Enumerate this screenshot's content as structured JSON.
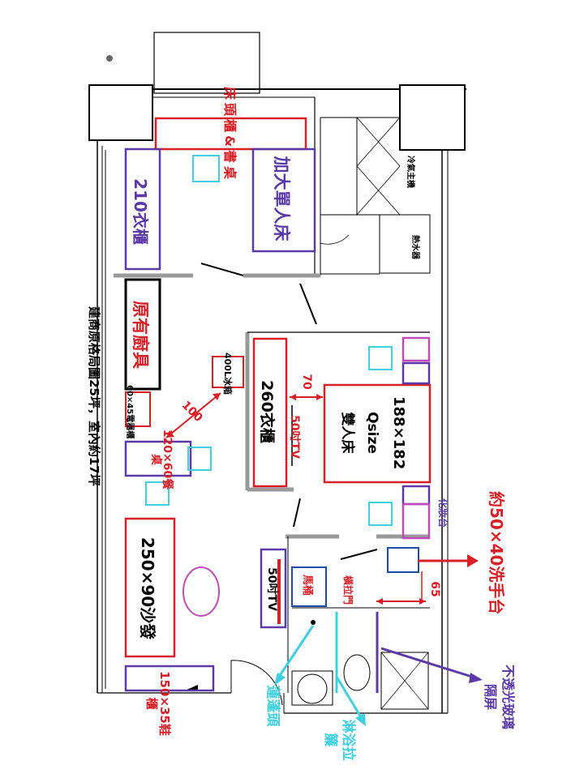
{
  "colors": {
    "wall": "#000000",
    "red": "#d81f26",
    "purple": "#5b3aa8",
    "cyan": "#3fd0e0",
    "magenta": "#c04ab8",
    "navy": "#1f4aa8",
    "gray": "#777777",
    "ellipse": "#c04ab8"
  },
  "labels": {
    "headboard": "床頭櫃&書桌",
    "extra_bed": "加大單人床",
    "wardrobe_210": "210衣櫃",
    "kitchen": "原有廚具",
    "fridge": "400L冰箱",
    "appliance": "60×45電器櫃",
    "dim_100": "100",
    "dining": "120×60餐桌",
    "wardrobe_260": "260衣櫃",
    "tv_top": "50吋TV",
    "dim_70": "70",
    "queen_bed_size": "188×182",
    "queen_bed_type": "Qsize",
    "queen_bed_name": "雙人床",
    "vanity": "化妝台",
    "basin": "約50×40洗手台",
    "sofa": "250×90沙發",
    "tv_bottom": "50吋TV",
    "toilet": "馬桶",
    "sliding_door": "橫拉門",
    "dim_65": "65",
    "shoe": "150×35鞋櫃",
    "shower_head": "蓮蓬頭",
    "shower_curtain": "淋浴拉簾",
    "glass": "不透光玻璃隔屏",
    "ac": "冷氣主機",
    "water_heater": "熱水器",
    "caption": "建商原格局圖25坪，室內約17坪"
  }
}
